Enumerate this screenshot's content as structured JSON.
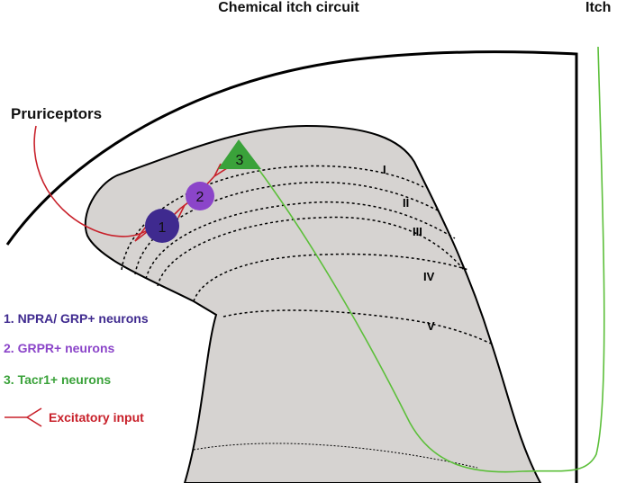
{
  "title": "Chemical itch circuit",
  "output_label": "Itch",
  "input_label": "Pruriceptors",
  "laminae": [
    "I",
    "II",
    "III",
    "IV",
    "V"
  ],
  "neuron_markers": [
    "1",
    "2",
    "3"
  ],
  "legend": [
    {
      "text": "1. NPRA/ GRP+ neurons",
      "color": "#3f2a8f"
    },
    {
      "text": "2. GRPR+ neurons",
      "color": "#8b45c9"
    },
    {
      "text": "3. Tacr1+ neurons",
      "color": "#3aa23a"
    },
    {
      "text": "Excitatory input",
      "color": "#c8202a"
    }
  ],
  "colors": {
    "grey_matter": "#d6d3d1",
    "neuron_1": "#3f2a8f",
    "neuron_2": "#8b45c9",
    "neuron_3": "#3aa23a",
    "excitatory": "#c8202a",
    "itch_fiber": "#5cbf3a"
  }
}
